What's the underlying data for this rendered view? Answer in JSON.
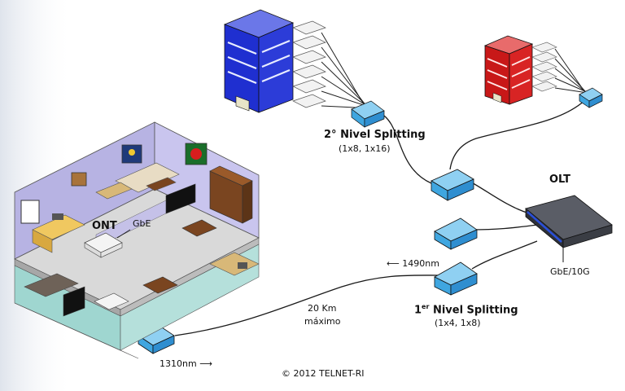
{
  "labels": {
    "splitter2_title": "2° Nivel Splitting",
    "splitter2_ratios": "(1x8, 1x16)",
    "splitter1_prefix": "1",
    "splitter1_sup": "er",
    "splitter1_title": " Nivel Splitting",
    "splitter1_ratios": "(1x4, 1x8)",
    "olt": "OLT",
    "olt_ports": "GbE/10G",
    "ont": "ONT",
    "gbe": "GbE",
    "downstream": "1490nm",
    "upstream": "1310nm",
    "distance_line1": "20 Km",
    "distance_line2": "máximo",
    "copyright": "© 2012 TELNET-RI"
  },
  "colors": {
    "building_blue": "#1f2fd0",
    "building_red": "#d41c1c",
    "splitter": "#3fa6e0",
    "olt_body": "#3a3d44",
    "olt_stripe": "#2a4fd8",
    "floor": "#d9d9d9",
    "wall": "#b7b3e3",
    "accent": "#6fc4be"
  },
  "icons": {
    "arrow_left": "⟵",
    "arrow_right": "⟶"
  }
}
